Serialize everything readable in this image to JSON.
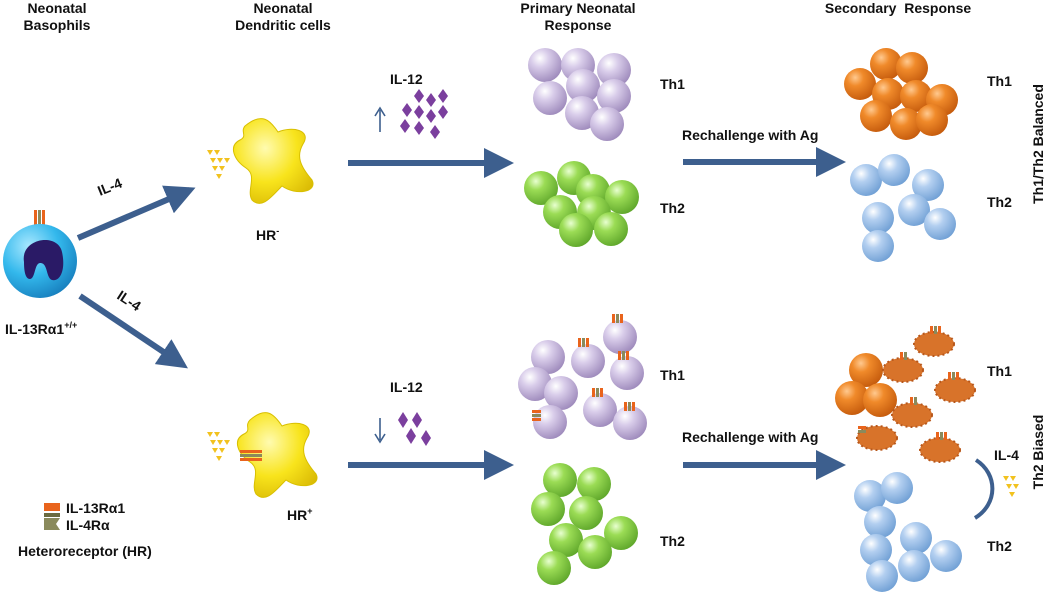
{
  "headers": {
    "basophils": [
      "Neonatal",
      "Basophils"
    ],
    "dendritic": [
      "Neonatal",
      "Dendritic cells"
    ],
    "primary": [
      "Primary Neonatal",
      "Response"
    ],
    "secondary": "Secondary  Response"
  },
  "cytokines": {
    "il4_top": "IL-4",
    "il4_bottom": "IL-4",
    "il12_top": "IL-12",
    "il12_bottom": "IL-12",
    "il4_loop": "IL-4"
  },
  "cells": {
    "basophil_label": "IL-13Rα1",
    "basophil_sup": "+/+",
    "hr_minus": "HR",
    "hr_minus_sup": "-",
    "hr_plus": "HR",
    "hr_plus_sup": "+"
  },
  "subsets": {
    "th1_top_primary": "Th1",
    "th2_top_primary": "Th2",
    "th1_bottom_primary": "Th1",
    "th2_bottom_primary": "Th2",
    "th1_top_secondary": "Th1",
    "th2_top_secondary": "Th2",
    "th1_bottom_secondary": "Th1",
    "th2_bottom_secondary": "Th2"
  },
  "arrows": {
    "rechallenge_top": "Rechallenge with Ag",
    "rechallenge_bottom": "Rechallenge with Ag"
  },
  "outcomes": {
    "balanced": "Th1/Th2 Balanced",
    "biased": "Th2 Biased"
  },
  "legend": {
    "il13": "IL-13Rα1",
    "il4": "IL-4Rα",
    "title": "Heteroreceptor (HR)"
  },
  "colors": {
    "arrow": "#3d5f8e",
    "purple_cell": "#c4b3dc",
    "green_cell": "#8fd24a",
    "orange_cell": "#ec7e1e",
    "blue_cell": "#a6c6ea",
    "dendritic": "#f5e21a",
    "il4_triangle": "#f2c21e",
    "il12_diamond": "#7b3f9e",
    "il13_receptor": "#e9641c",
    "il4_receptor": "#8a8a5c"
  }
}
